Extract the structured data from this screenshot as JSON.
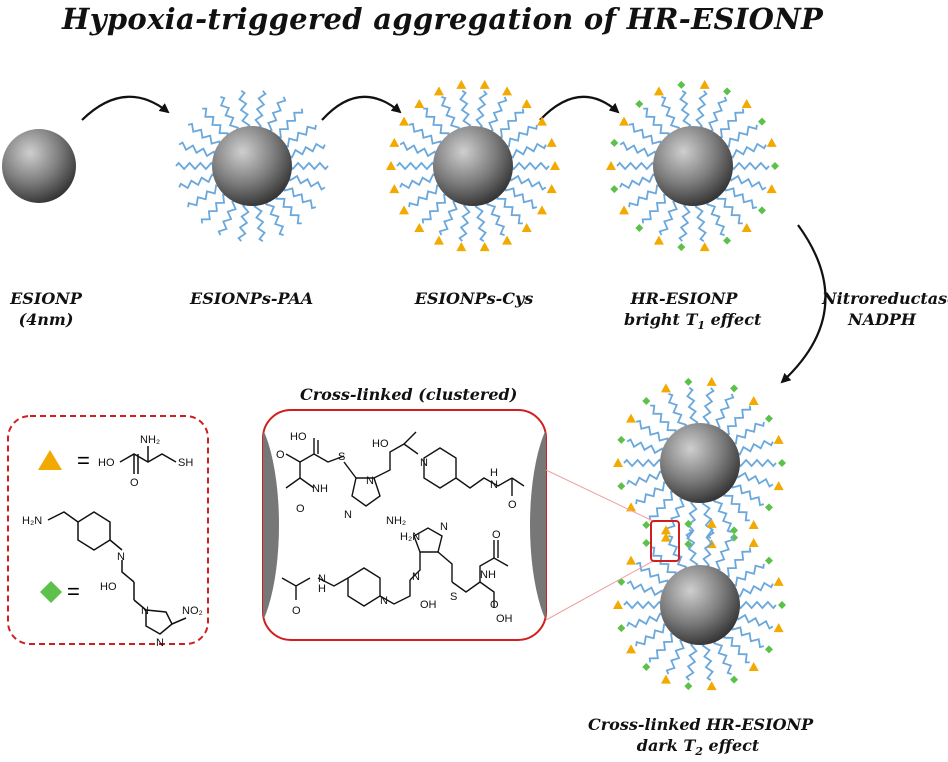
{
  "title": "Hypoxia-triggered aggregation of HR-ESIONP",
  "stages": [
    {
      "line1": "ESIONP",
      "line2": "(4nm)"
    },
    {
      "line1": "ESIONPs-PAA",
      "line2": ""
    },
    {
      "line1": "ESIONPs-Cys",
      "line2": ""
    },
    {
      "line1": "HR-ESIONP",
      "line2_pre": "bright T",
      "line2_sub": "1",
      "line2_post": " effect"
    }
  ],
  "reaction": {
    "line1": "Nitroreductase",
    "line2": "NADPH"
  },
  "final": {
    "line1": "Cross-linked HR-ESIONP",
    "line2_pre": "dark T",
    "line2_sub": "2",
    "line2_post": " effect"
  },
  "crosslink_title": "Cross-linked (clustered)",
  "legend": {
    "equals": "=",
    "triangle_color": "#f2a900",
    "diamond_color": "#5cc14a",
    "border_color": "#d11f1f"
  },
  "chem": {
    "nh2": "NH₂",
    "sh": "SH",
    "ho": "HO",
    "o": "O",
    "oh": "OH",
    "n": "N",
    "nh": "NH",
    "h": "H",
    "h2n": "H₂N",
    "no2": "NO₂",
    "s": "S"
  },
  "colors": {
    "chain": "#6aa8dc",
    "sphere_dark": "#3c3c3c",
    "sphere_light": "#bfbfbf",
    "arrow": "#111111",
    "zoom_box": "#d11f1f"
  }
}
